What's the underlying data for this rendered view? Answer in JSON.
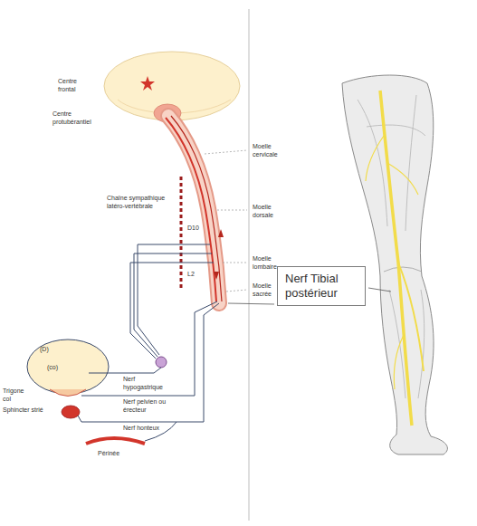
{
  "diagram": {
    "nodes": [
      {
        "text": [
          "Nerf Tibial postérieur"
        ]
      }
    ],
    "labels": [
      "Centre frontal",
      "Centre protubérantiel",
      "Moelle cervicale",
      "Chaîne sympathique latéro-vertébrale",
      "Moelle dorsale",
      "D10",
      "Moelle lombaire",
      "L2",
      "Moelle sacrée",
      "(D)",
      "(co)",
      "Trigone col",
      "Sphincter strié",
      "Nerf hypogastrique",
      "Nerf pelvien ou érecteur",
      "Nerf honteux",
      "Périnée"
    ]
  }
}
